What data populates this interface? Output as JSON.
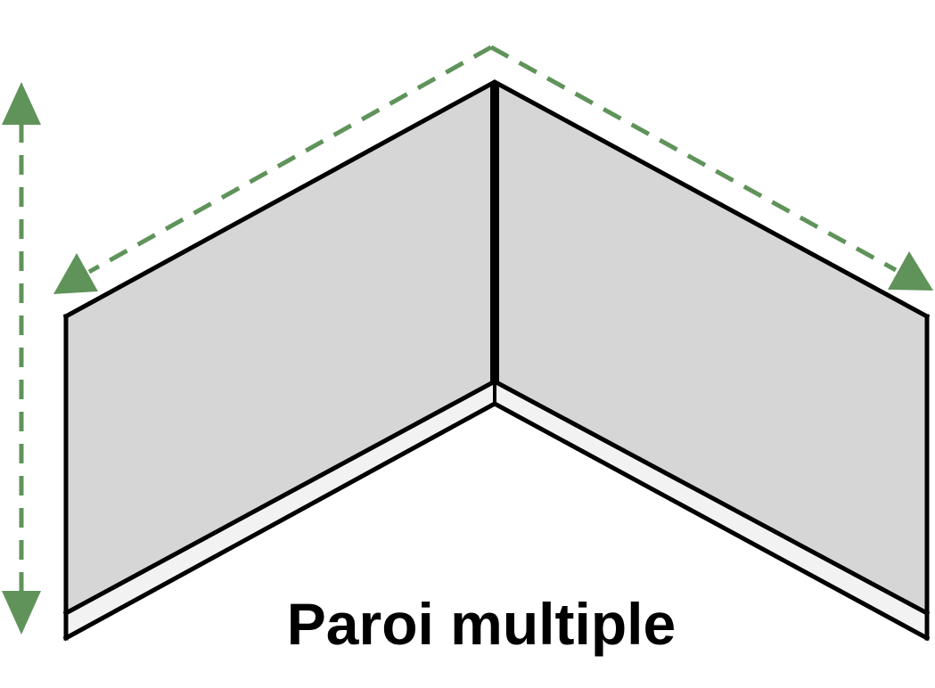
{
  "diagram": {
    "caption": "Paroi multiple",
    "colors": {
      "panel_fill": "#d6d6d6",
      "base_strip_fill": "#f2f2f2",
      "outline": "#000000",
      "dimension_arrow": "#5f935a",
      "background": "#ffffff"
    },
    "icons": {
      "height_arrow": "double-headed-vertical-arrow",
      "left_width_arrow": "arrow-pointing-down-left",
      "right_width_arrow": "arrow-pointing-down-right"
    }
  }
}
